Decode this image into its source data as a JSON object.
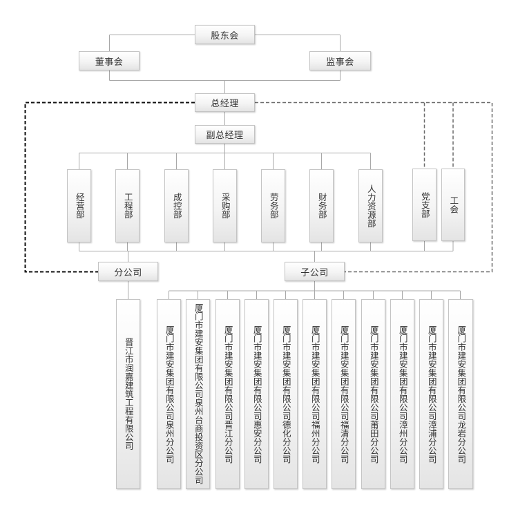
{
  "org_chart": {
    "shareholders_meeting": "股东会",
    "board_of_directors": "董事会",
    "board_of_supervisors": "监事会",
    "general_manager": "总经理",
    "deputy_general_manager": "副总经理",
    "departments": [
      "经营部",
      "工程部",
      "成控部",
      "采购部",
      "劳务部",
      "财务部",
      "人力资源部"
    ],
    "party_branch": "党支部",
    "trade_union": "工会",
    "branch_company": {
      "label": "分公司",
      "units": [
        "晋江市润嘉建筑工程有限公司"
      ]
    },
    "subsidiary_company": {
      "label": "子公司",
      "units": [
        "厦门市建安集团有限公司泉州分公司",
        "厦门市建安集团有限公司泉州台商投资区分公司",
        "厦门市建安集团有限公司晋江分公司",
        "厦门市建安集团有限公司惠安分公司",
        "厦门市建安集团有限公司德化分公司",
        "厦门市建安集团有限公司福州分公司",
        "厦门市建安集团有限公司福清分公司",
        "厦门市建安集团有限公司莆田分公司",
        "厦门市建安集团有限公司漳州分公司",
        "厦门市建安集团有限公司漳浦分公司",
        "厦门市建安集团有限公司龙岩分公司"
      ]
    }
  },
  "colors": {
    "solid_connector": "#a8a8a8",
    "dashed_connector_left": "#111111",
    "dashed_connector_right": "#6b6b6b",
    "box_border": "#c4c4c4",
    "text": "#333333"
  }
}
